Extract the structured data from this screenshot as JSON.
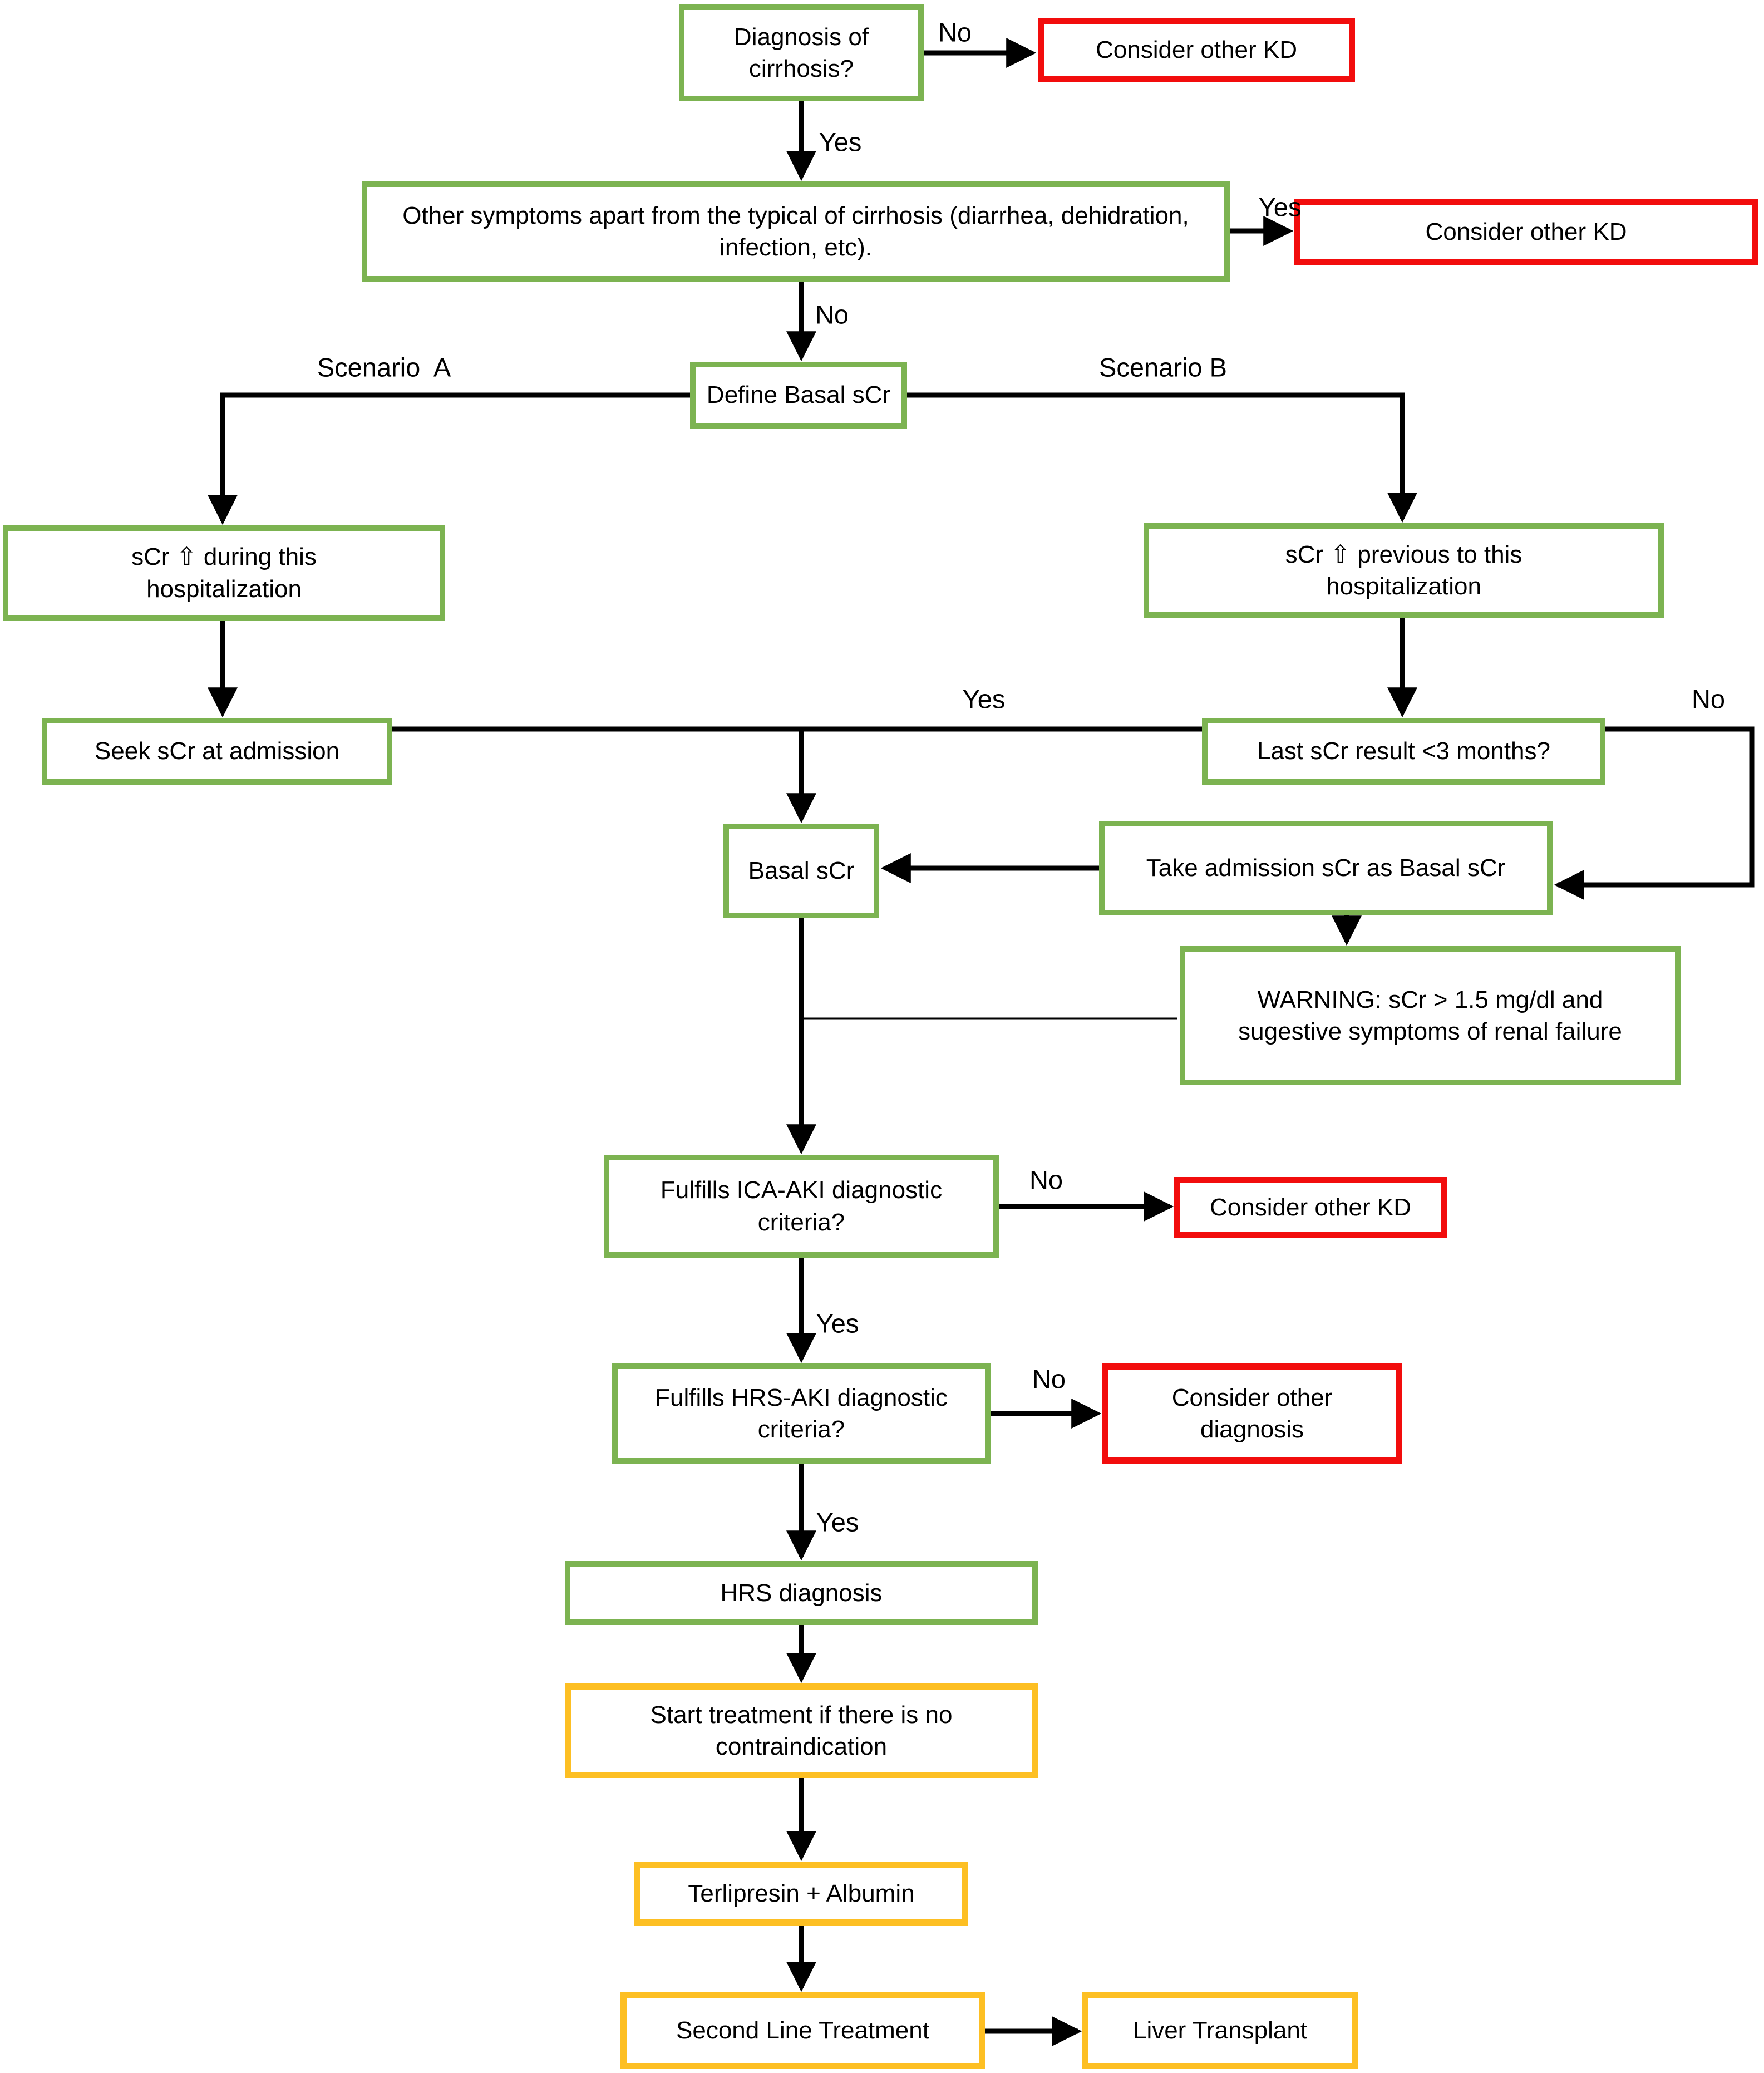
{
  "colors": {
    "green": "#7cb351",
    "red": "#f20d0d",
    "orange": "#fdbf23",
    "line": "#000000"
  },
  "nodes": {
    "diagnosis": {
      "text": "Diagnosis of cirrhosis?"
    },
    "consider_kd_1": {
      "text": "Consider other KD"
    },
    "symptoms": {
      "text": "Other symptoms apart from the typical of cirrhosis (diarrhea, dehidration, infection, etc)."
    },
    "consider_kd_2": {
      "text": "Consider other KD"
    },
    "define_basal": {
      "text": "Define Basal sCr"
    },
    "scr_during": {
      "text": "sCr ⇧ during this hospitalization"
    },
    "scr_previous": {
      "text": "sCr ⇧ previous to this hospitalization"
    },
    "seek_admission": {
      "text": "Seek sCr at admission"
    },
    "last_scr": {
      "text": "Last  sCr result <3 months?"
    },
    "basal_scr": {
      "text": "Basal sCr"
    },
    "take_admission": {
      "text": "Take admission sCr as  Basal sCr"
    },
    "warning": {
      "text": "WARNING: sCr > 1.5 mg/dl and sugestive symptoms of renal failure"
    },
    "ica_aki": {
      "text": "Fulfills ICA-AKI diagnostic criteria?"
    },
    "consider_kd_3": {
      "text": "Consider other KD"
    },
    "hrs_aki": {
      "text": "Fulfills HRS-AKI diagnostic criteria?"
    },
    "consider_diagnosis": {
      "text": "Consider other diagnosis"
    },
    "hrs_diagnosis": {
      "text": "HRS diagnosis"
    },
    "start_treatment": {
      "text": "Start treatment if there is no contraindication"
    },
    "terlipresin": {
      "text": "Terlipresin + Albumin"
    },
    "second_line": {
      "text": "Second Line Treatment"
    },
    "liver_transplant": {
      "text": "Liver Transplant"
    }
  },
  "labels": {
    "diagnosis_no": "No",
    "diagnosis_yes": "Yes",
    "symptoms_yes": "Yes",
    "symptoms_no": "No",
    "scenario_a": "Scenario  A",
    "scenario_b": "Scenario B",
    "last_scr_yes": "Yes",
    "last_scr_no": "No",
    "ica_no": "No",
    "ica_yes": "Yes",
    "hrs_no": "No",
    "hrs_yes": "Yes"
  }
}
